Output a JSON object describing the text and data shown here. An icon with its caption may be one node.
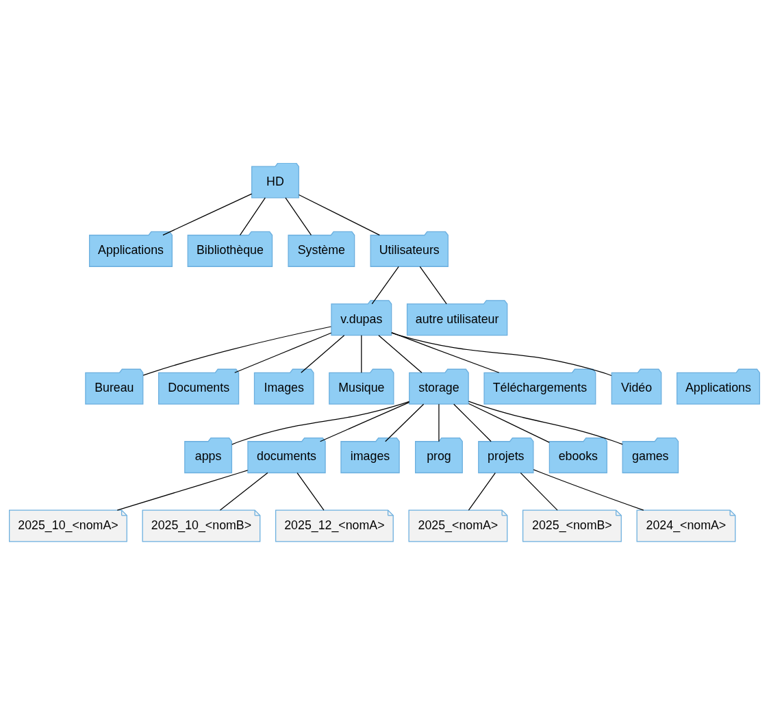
{
  "diagram": {
    "nodes": [
      {
        "text": [
          "HD"
        ]
      },
      {
        "text": [
          "Applications"
        ]
      },
      {
        "text": [
          "Bibliothèque"
        ]
      },
      {
        "text": [
          "Système"
        ]
      },
      {
        "text": [
          "Utilisateurs"
        ]
      },
      {
        "text": [
          "v.dupas"
        ]
      },
      {
        "text": [
          "autre utilisateur"
        ]
      },
      {
        "text": [
          "Bureau"
        ]
      },
      {
        "text": [
          "Documents"
        ]
      },
      {
        "text": [
          "Images"
        ]
      },
      {
        "text": [
          "Musique"
        ]
      },
      {
        "text": [
          "storage"
        ]
      },
      {
        "text": [
          "Téléchargements"
        ]
      },
      {
        "text": [
          "Vidéo"
        ]
      },
      {
        "text": [
          "Applications"
        ]
      },
      {
        "text": [
          "apps"
        ]
      },
      {
        "text": [
          "documents"
        ]
      },
      {
        "text": [
          "images"
        ]
      },
      {
        "text": [
          "prog"
        ]
      },
      {
        "text": [
          "projets"
        ]
      },
      {
        "text": [
          "ebooks"
        ]
      },
      {
        "text": [
          "games"
        ]
      },
      {
        "text": [
          "2025_10_<nomA>"
        ]
      },
      {
        "text": [
          "2025_10_<nomB>"
        ]
      },
      {
        "text": [
          "2025_12_<nomA>"
        ]
      },
      {
        "text": [
          "2025_<nomA>"
        ]
      },
      {
        "text": [
          "2025_<nomB>"
        ]
      },
      {
        "text": [
          "2024_<nomA>"
        ]
      }
    ],
    "edges": [
      {
        "from": 0,
        "to": 1,
        "arrow": "none"
      },
      {
        "from": 0,
        "to": 2,
        "arrow": "none"
      },
      {
        "from": 0,
        "to": 3,
        "arrow": "none"
      },
      {
        "from": 0,
        "to": 4,
        "arrow": "none"
      },
      {
        "from": 4,
        "to": 5,
        "arrow": "none"
      },
      {
        "from": 4,
        "to": 6,
        "arrow": "none"
      },
      {
        "from": 5,
        "to": 7,
        "arrow": "none"
      },
      {
        "from": 5,
        "to": 8,
        "arrow": "none"
      },
      {
        "from": 5,
        "to": 9,
        "arrow": "none"
      },
      {
        "from": 5,
        "to": 10,
        "arrow": "none"
      },
      {
        "from": 5,
        "to": 11,
        "arrow": "none"
      },
      {
        "from": 5,
        "to": 12,
        "arrow": "none"
      },
      {
        "from": 5,
        "to": 13,
        "arrow": "none"
      },
      {
        "from": 11,
        "to": 15,
        "arrow": "none"
      },
      {
        "from": 11,
        "to": 16,
        "arrow": "none"
      },
      {
        "from": 11,
        "to": 17,
        "arrow": "none"
      },
      {
        "from": 11,
        "to": 18,
        "arrow": "none"
      },
      {
        "from": 11,
        "to": 19,
        "arrow": "none"
      },
      {
        "from": 11,
        "to": 20,
        "arrow": "none"
      },
      {
        "from": 11,
        "to": 21,
        "arrow": "none"
      },
      {
        "from": 16,
        "to": 22,
        "arrow": "none"
      },
      {
        "from": 16,
        "to": 23,
        "arrow": "none"
      },
      {
        "from": 16,
        "to": 24,
        "arrow": "none"
      },
      {
        "from": 19,
        "to": 25,
        "arrow": "none"
      },
      {
        "from": 19,
        "to": 26,
        "arrow": "none"
      },
      {
        "from": 19,
        "to": 27,
        "arrow": "none"
      }
    ]
  }
}
